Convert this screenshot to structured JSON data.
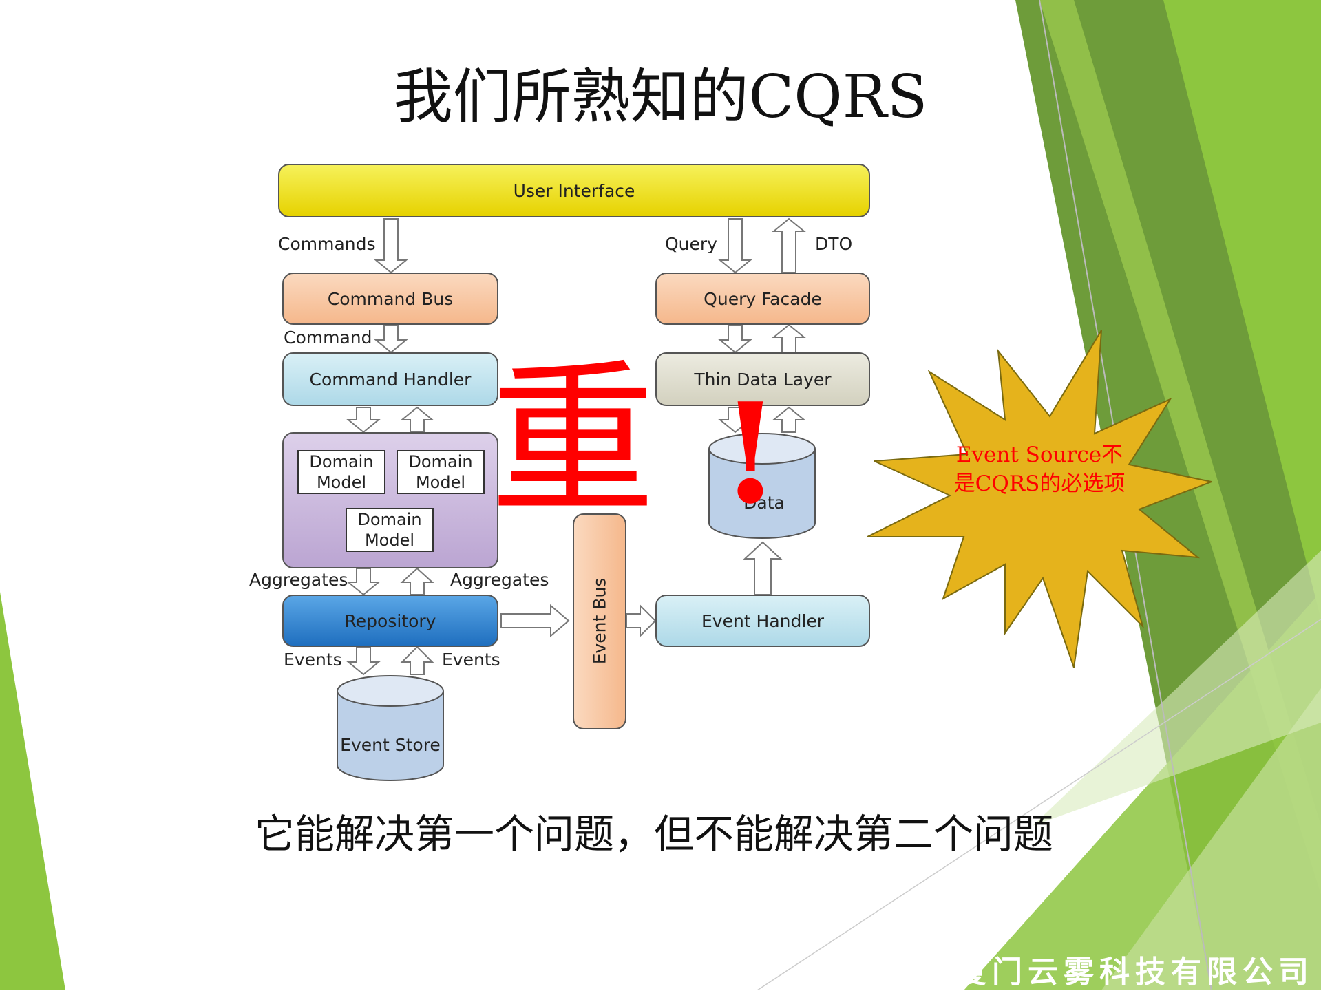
{
  "slide": {
    "title": "我们所熟知的CQRS",
    "bottom_text": "它能解决第一个问题，但不能解决第二个问题",
    "company": "厦门云雾科技有限公司"
  },
  "diagram": {
    "user_interface": "User Interface",
    "commands_label": "Commands",
    "query_label": "Query",
    "dto_label": "DTO",
    "command_bus": "Command Bus",
    "query_facade": "Query Facade",
    "command_label": "Command",
    "command_handler": "Command Handler",
    "thin_data_layer": "Thin Data Layer",
    "domain_model_1": "Domain Model",
    "domain_model_2": "Domain Model",
    "domain_model_3": "Domain Model",
    "data": "Data",
    "aggregates_left": "Aggregates",
    "aggregates_right": "Aggregates",
    "repository": "Repository",
    "event_bus": "Event Bus",
    "event_handler": "Event Handler",
    "events_left": "Events",
    "events_right": "Events",
    "event_store": "Event Store"
  },
  "overlay": {
    "heavy_char": "重",
    "exclaim": "!",
    "starburst_text": "Event Source不是CQRS的必选项"
  },
  "colors": {
    "green_light": "#8dc63f",
    "green_dark": "#6e9c3a",
    "red": "#ff0000",
    "star_fill": "#e5b31c"
  }
}
